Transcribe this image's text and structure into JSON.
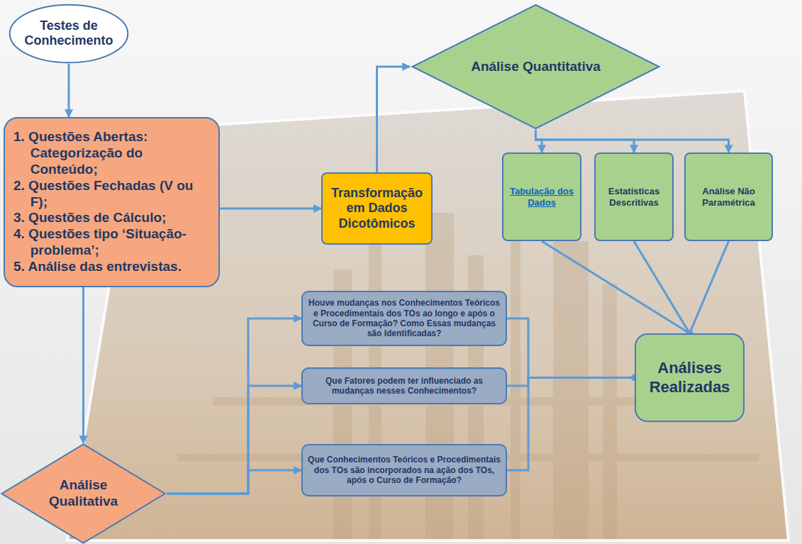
{
  "diagram": {
    "nodes": [
      {
        "text": [
          "Testes de Conhecimento"
        ]
      },
      {
        "text": [
          "1. Questões Abertas: Categorização do Conteúdo;",
          "2. Questões Fechadas (V ou F);",
          "3. Questões de Cálculo;",
          "4. Questões tipo ‘Situação-problema’;",
          "5. Análise das entrevistas."
        ]
      },
      {
        "text": [
          "Transformação em Dados Dicotômicos"
        ]
      },
      {
        "text": [
          "Análise Quantitativa"
        ]
      },
      {
        "text": [
          "Tabulação dos Dados"
        ]
      },
      {
        "text": [
          "Estatísticas Descritivas"
        ]
      },
      {
        "text": [
          "Análise Não Paramétrica"
        ]
      },
      {
        "text": [
          "Houve mudanças nos Conhecimentos Teóricos e Procedimentais dos TOs ao longo e após o Curso de Formação? Como Essas mudanças são Identificadas?"
        ]
      },
      {
        "text": [
          "Que Fatores podem ter influenciado as mudanças nesses Conhecimentos?"
        ]
      },
      {
        "text": [
          "Que Conhecimentos Teóricos e Procedimentais dos TOs são incorporados na ação dos TOs, após o Curso de Formação?"
        ]
      },
      {
        "text": [
          "Análises Realizadas"
        ]
      },
      {
        "text": [
          "Análise Qualitativa"
        ]
      }
    ],
    "edges": [
      {
        "from": 0,
        "to": 1,
        "arrow": "to"
      },
      {
        "from": 1,
        "to": 2,
        "arrow": "to"
      },
      {
        "from": 1,
        "to": 11,
        "arrow": "to"
      },
      {
        "from": 2,
        "to": 3,
        "arrow": "to"
      },
      {
        "from": 3,
        "to": 4,
        "arrow": "to"
      },
      {
        "from": 3,
        "to": 5,
        "arrow": "to"
      },
      {
        "from": 3,
        "to": 6,
        "arrow": "to"
      },
      {
        "from": 4,
        "to": 10,
        "arrow": "none"
      },
      {
        "from": 5,
        "to": 10,
        "arrow": "none"
      },
      {
        "from": 6,
        "to": 10,
        "arrow": "none"
      },
      {
        "from": 11,
        "to": 7,
        "arrow": "to"
      },
      {
        "from": 11,
        "to": 8,
        "arrow": "to"
      },
      {
        "from": 11,
        "to": 9,
        "arrow": "to"
      },
      {
        "from": 7,
        "to": 10,
        "arrow": "none"
      },
      {
        "from": 8,
        "to": 10,
        "arrow": "none"
      },
      {
        "from": 9,
        "to": 10,
        "arrow": "none"
      }
    ]
  }
}
